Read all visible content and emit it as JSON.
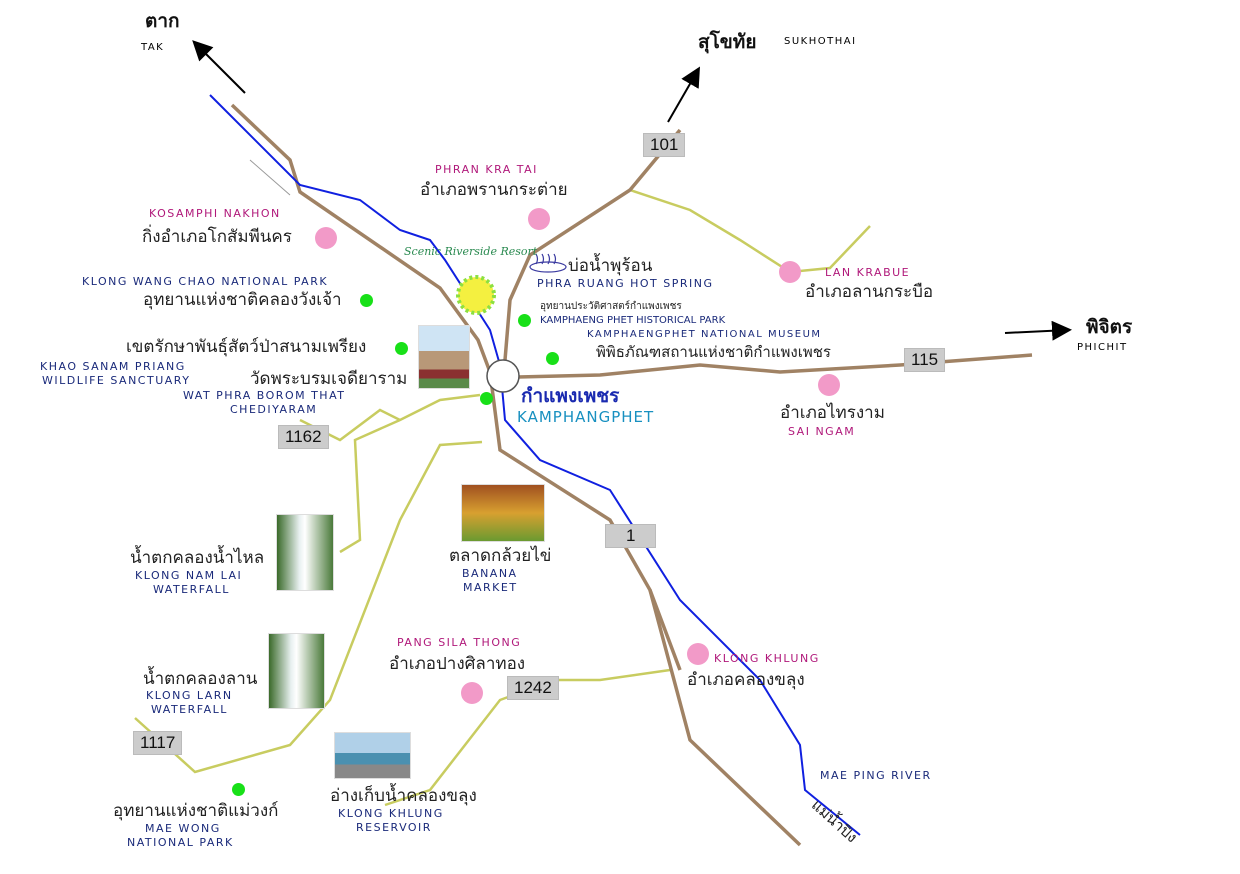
{
  "directions": {
    "tak": {
      "thai": "ตาก",
      "en": "TAK"
    },
    "sukhothai": {
      "thai": "สุโขทัย",
      "en": "SUKHOTHAI"
    },
    "phichit": {
      "thai": "พิจิตร",
      "en": "PHICHIT"
    }
  },
  "highways": [
    "101",
    "115",
    "1162",
    "1",
    "1242",
    "1117"
  ],
  "center": {
    "thai": "กำแพงเพชร",
    "en": "KAMPHANGPHET"
  },
  "places": {
    "phran_kra_tai": {
      "thai": "อำเภอพรานกระต่าย",
      "en": "PHRAN KRA TAI"
    },
    "kosamphi": {
      "thai": "กิ่งอำเภอโกสัมพีนคร",
      "en": "KOSAMPHI NAKHON"
    },
    "klong_wang_chao": {
      "thai": "อุทยานแห่งชาติคลองวังเจ้า",
      "en": "KLONG WANG CHAO NATIONAL PARK"
    },
    "khao_sanam": {
      "thai": "เขตรักษาพันธุ์สัตว์ป่าสนามเพรียง",
      "en1": "KHAO SANAM PRIANG",
      "en2": "WILDLIFE SANCTUARY"
    },
    "wat_phra": {
      "thai": "วัดพระบรมเจดียาราม",
      "en1": "WAT PHRA BOROM THAT",
      "en2": "CHEDIYARAM"
    },
    "resort": {
      "en": "Scenic Riverside Resort"
    },
    "hot_spring": {
      "thai": "บ่อน้ำพุร้อน",
      "en": "PHRA RUANG HOT SPRING"
    },
    "historical_park": {
      "thai": "อุทยานประวัติศาสตร์กำแพงเพชร",
      "en": "KAMPHAENG PHET HISTORICAL PARK"
    },
    "museum": {
      "thai": "พิพิธภัณฑสถานแห่งชาติกำแพงเพชร",
      "en": "KAMPHAENGPHET NATIONAL MUSEUM"
    },
    "lan_krabue": {
      "thai": "อำเภอลานกระบือ",
      "en": "LAN KRABUE"
    },
    "sai_ngam": {
      "thai": "อำเภอไทรงาม",
      "en": "SAI NGAM"
    },
    "klong_nam_lai": {
      "thai": "น้ำตกคลองน้ำไหล",
      "en1": "KLONG NAM LAI",
      "en2": "WATERFALL"
    },
    "banana": {
      "thai": "ตลาดกล้วยไข่",
      "en1": "BANANA",
      "en2": "MARKET"
    },
    "klong_larn": {
      "thai": "น้ำตกคลองลาน",
      "en1": "KLONG LARN",
      "en2": "WATERFALL"
    },
    "pang_sila": {
      "thai": "อำเภอปางศิลาทอง",
      "en": "PANG SILA THONG"
    },
    "klong_khlung": {
      "thai": "อำเภอคลองขลุง",
      "en": "KLONG KHLUNG"
    },
    "mae_wong": {
      "thai": "อุทยานแห่งชาติแม่วงก์",
      "en1": "MAE WONG",
      "en2": "NATIONAL PARK"
    },
    "reservoir": {
      "thai": "อ่างเก็บน้ำคลองขลุง",
      "en1": "KLONG KHLUNG",
      "en2": "RESERVOIR"
    },
    "river": {
      "thai": "แม่น้ำปิง",
      "en": "MAE PING RIVER"
    }
  },
  "colors": {
    "road": "#a08264",
    "river": "#1020e0",
    "minor_road": "#c8cc60",
    "district": "#f29ac8",
    "park": "#18e018"
  }
}
